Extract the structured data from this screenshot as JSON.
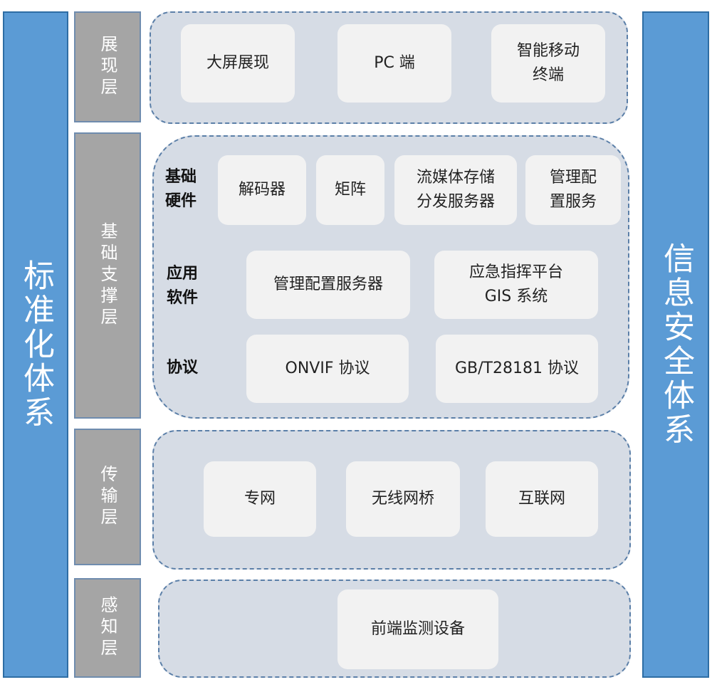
{
  "left_pillar": "标准化体系",
  "right_pillar": "信息安全体系",
  "layers": {
    "presentation": {
      "label": "展现层",
      "items": [
        "大屏展现",
        "PC 端",
        "智能移动\n终端"
      ]
    },
    "foundation": {
      "label": "基础支撑层",
      "rows": {
        "hardware": {
          "label": "基础\n硬件",
          "items": [
            "解码器",
            "矩阵",
            "流媒体存储\n分发服务器",
            "管理配\n置服务"
          ]
        },
        "software": {
          "label": "应用\n软件",
          "items": [
            "管理配置服务器",
            "应急指挥平台\nGIS 系统"
          ]
        },
        "protocol": {
          "label": "协议",
          "items": [
            "ONVIF 协议",
            "GB/T28181 协议"
          ]
        }
      }
    },
    "transport": {
      "label": "传输层",
      "items": [
        "专网",
        "无线网桥",
        "互联网"
      ]
    },
    "perception": {
      "label": "感知层",
      "items": [
        "前端监测设备"
      ]
    }
  }
}
